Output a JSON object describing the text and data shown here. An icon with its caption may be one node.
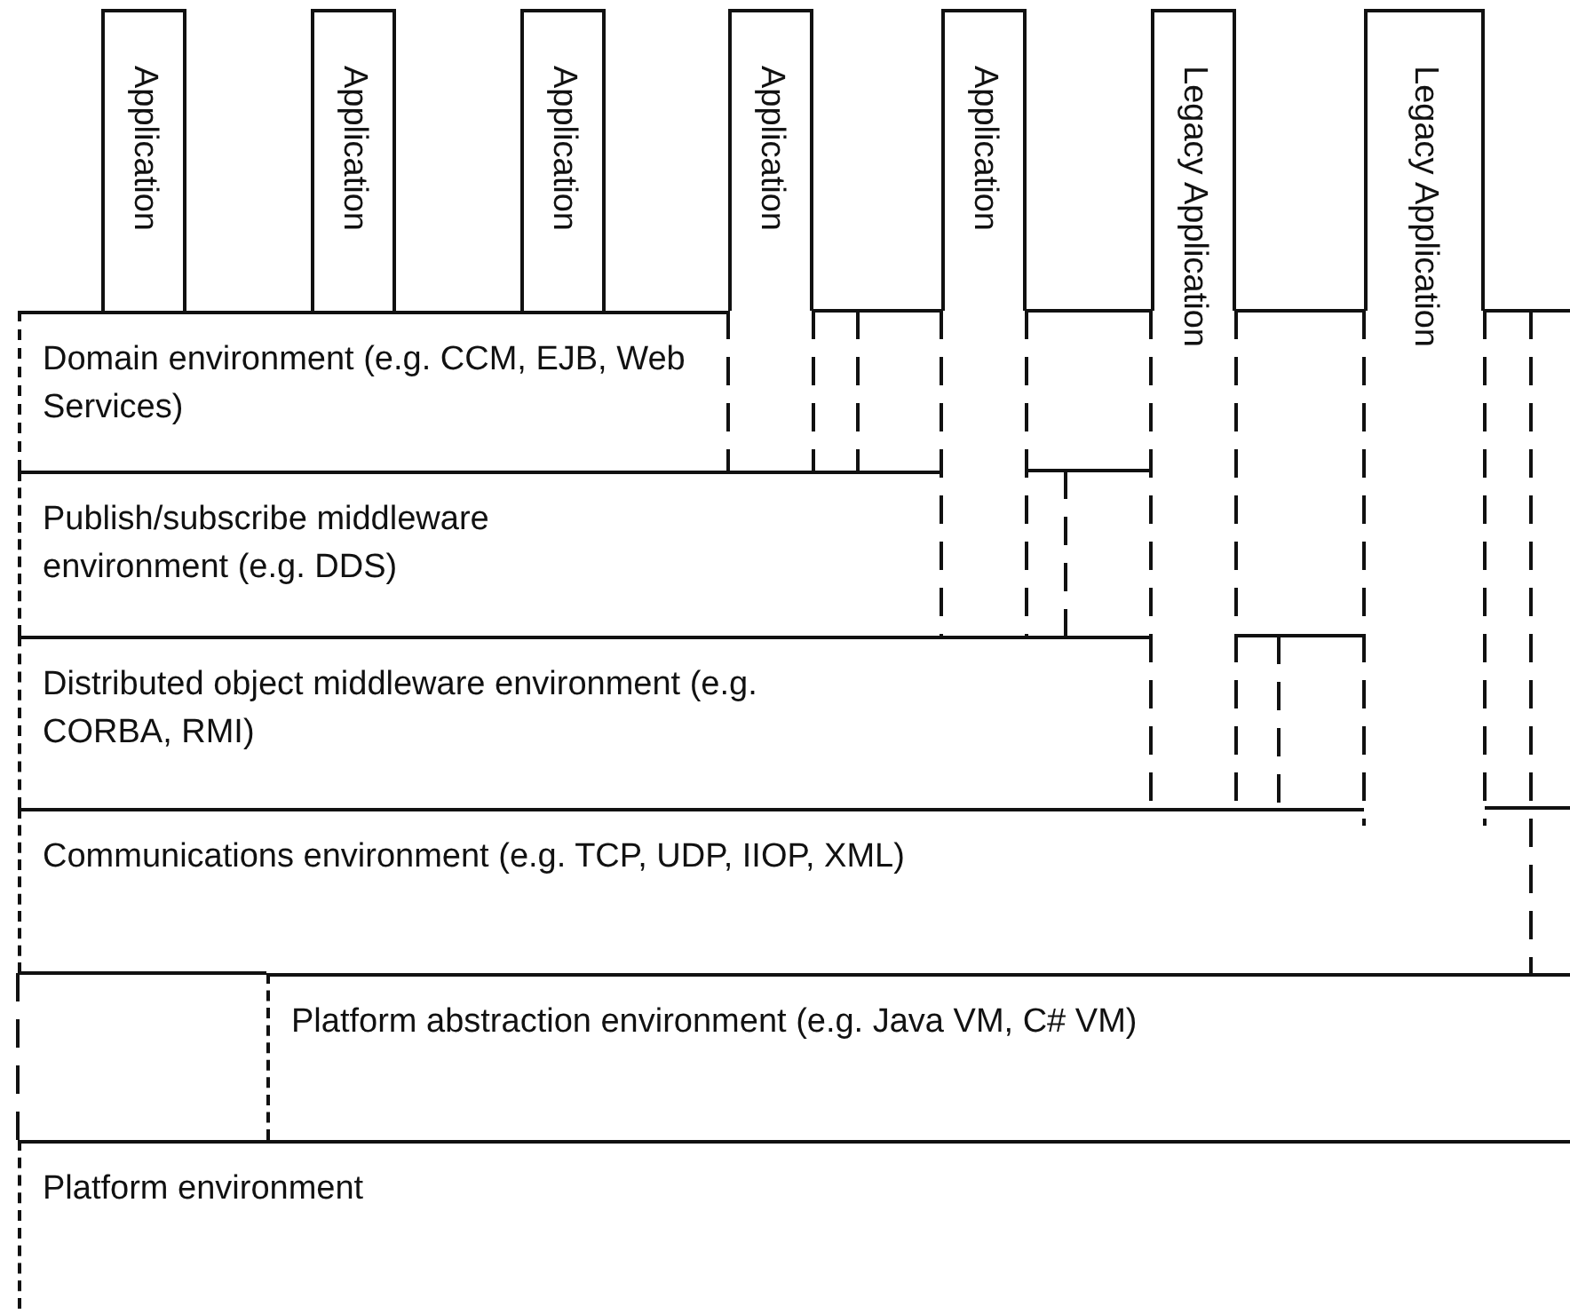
{
  "diagram": {
    "nodes": [
      {
        "text": [
          "Application"
        ]
      },
      {
        "text": [
          "Application"
        ]
      },
      {
        "text": [
          "Application"
        ]
      },
      {
        "text": [
          "Application"
        ]
      },
      {
        "text": [
          "Application"
        ]
      },
      {
        "text": [
          "Legacy Application"
        ]
      },
      {
        "text": [
          "Legacy Application"
        ]
      },
      {
        "text": [
          "Domain environment (e.g. CCM, EJB, Web Services)"
        ]
      },
      {
        "text": [
          "Publish/subscribe middleware environment (e.g. DDS)"
        ]
      },
      {
        "text": [
          "Distributed object middleware environment (e.g. CORBA, RMI)"
        ]
      },
      {
        "text": [
          "Communications environment (e.g. TCP, UDP, IIOP, XML)"
        ]
      },
      {
        "text": [
          "Platform abstraction environment (e.g. Java VM, C# VM)"
        ]
      },
      {
        "text": [
          "Platform environment"
        ]
      }
    ],
    "edges": []
  }
}
